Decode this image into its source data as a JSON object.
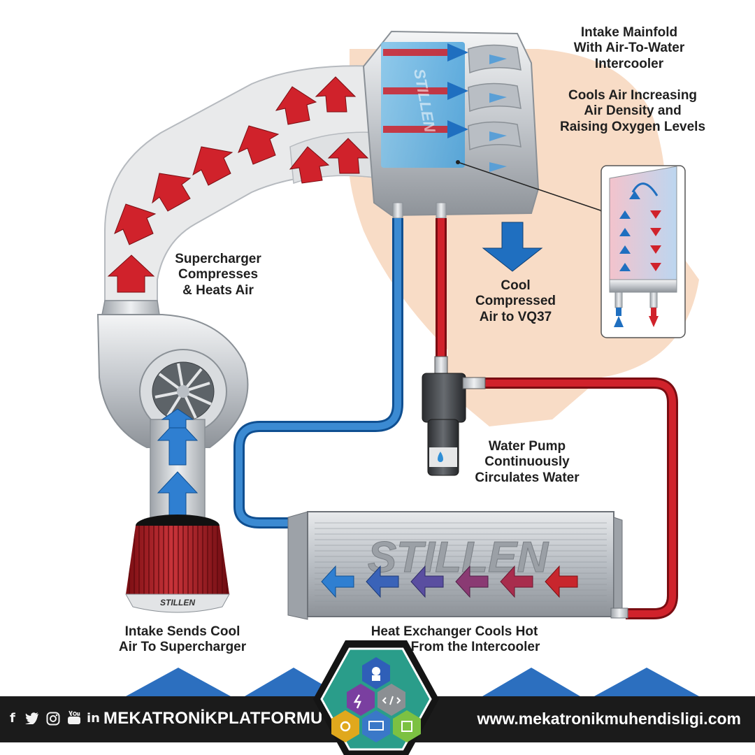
{
  "labels": {
    "manifold": [
      "Intake Mainfold",
      "With Air-To-Water",
      "Intercooler"
    ],
    "cools": [
      "Cools Air Increasing",
      "Air Density and",
      "Raising Oxygen Levels"
    ],
    "supercharger": [
      "Supercharger",
      "Compresses",
      "& Heats Air"
    ],
    "cool_air": [
      "Cool",
      "Compressed",
      "Air to VQ37"
    ],
    "pump": [
      "Water Pump",
      "Continuously",
      "Circulates Water"
    ],
    "intake": [
      "Intake Sends Cool",
      "Air To Supercharger"
    ],
    "exchanger": [
      "Heat Exchanger Cools Hot",
      "From the Intercooler"
    ]
  },
  "branding": {
    "exchanger_logo": "STILLEN",
    "manifold_logo": "STILLEN",
    "filter_logo": "STILLEN"
  },
  "footer": {
    "brand": "MEKATRONİKPLATFORMU",
    "website": "www.mekatronikmuhendisligi.com",
    "social": {
      "facebook": "f",
      "linkedin": "in"
    },
    "icons": [
      "facebook-icon",
      "twitter-icon",
      "instagram-icon",
      "youtube-icon",
      "linkedin-icon"
    ]
  },
  "colors": {
    "hot": "#d0222b",
    "cold": "#1f6fc0",
    "panel_bg": "#f8dcc6",
    "metal": "#c8cbcf",
    "bar": "#1b1b1b",
    "logo_teal": "#2a9d8a"
  }
}
